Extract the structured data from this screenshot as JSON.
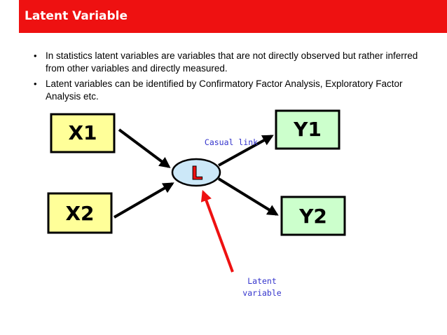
{
  "header": {
    "title": "Latent Variable"
  },
  "bullets": [
    {
      "text": "In statistics latent variables are variables that are not directly observed but rather inferred from other variables and directly measured."
    },
    {
      "text": "Latent variables can be identified by Confirmatory Factor Analysis, Exploratory Factor Analysis etc."
    }
  ],
  "diagram": {
    "x1_label": "X1",
    "x2_label": "X2",
    "y1_label": "Y1",
    "y2_label": "Y2",
    "latent_label": "L",
    "casual_link_label": "Casual link",
    "latent_annotation": [
      "Latent",
      "variable"
    ]
  },
  "colors": {
    "header_bg": "#ee1111",
    "box_x_fill": "#ffff99",
    "box_y_fill": "#ccffcc",
    "ellipse_fill": "#cce8f8",
    "latent_letter": "#ee1111",
    "annotation_text": "#3333cc",
    "red_arrow": "#ee1111"
  }
}
